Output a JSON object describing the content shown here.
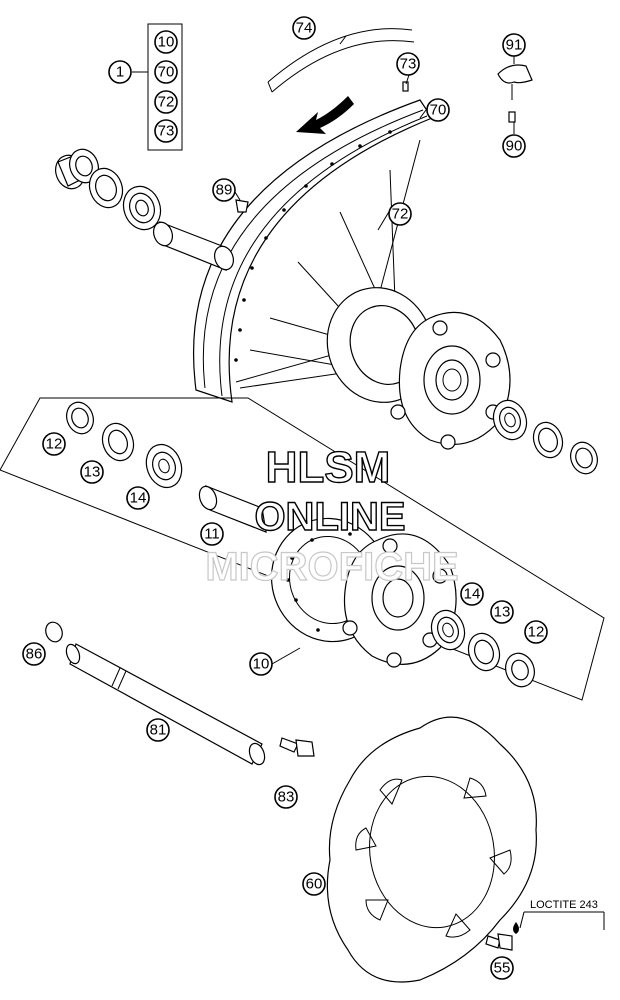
{
  "watermark": {
    "line1": "HLSM",
    "line2": "ONLINE",
    "line3": "MICROFICHE"
  },
  "note": {
    "loctite": "LOCTITE 243"
  },
  "set_group": [
    "10",
    "70",
    "72",
    "73"
  ],
  "callouts": {
    "c1": "1",
    "c10a": "10",
    "c70a": "70",
    "c72a": "72",
    "c73a": "73",
    "c74": "74",
    "c73b": "73",
    "c70b": "70",
    "c91": "91",
    "c90": "90",
    "c89": "89",
    "c72b": "72",
    "c12a": "12",
    "c13a": "13",
    "c14a": "14",
    "c11": "11",
    "c14b": "14",
    "c13b": "13",
    "c12b": "12",
    "c86": "86",
    "c10b": "10",
    "c81": "81",
    "c83": "83",
    "c60": "60",
    "c55": "55"
  }
}
